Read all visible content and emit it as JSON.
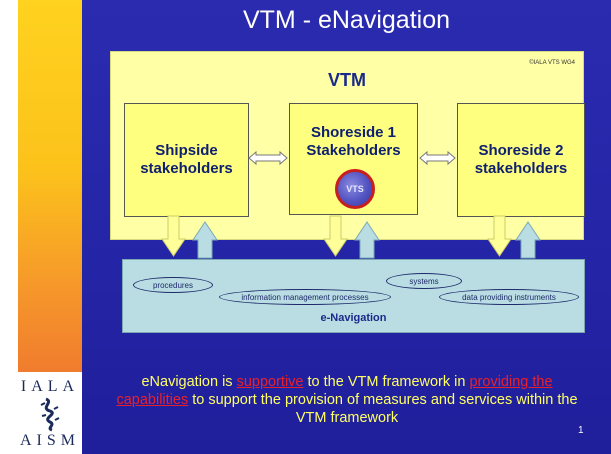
{
  "slide": {
    "title": "VTM - eNavigation",
    "page_number": "1"
  },
  "logo": {
    "top_text": "IALA",
    "bottom_text": "AISM",
    "icon": "lighthouse-emblem-icon"
  },
  "vtm": {
    "copyright": "©IALA VTS WG4",
    "title": "VTM",
    "stakeholders": [
      {
        "label_line1": "Shipside",
        "label_line2": "stakeholders"
      },
      {
        "label_line1": "Shoreside 1",
        "label_line2": "Stakeholders"
      },
      {
        "label_line1": "Shoreside 2",
        "label_line2": "stakeholders"
      }
    ],
    "vts_badge": "VTS"
  },
  "enav": {
    "title": "e-Navigation",
    "pills": [
      "procedures",
      "information management processes",
      "systems",
      "data providing instruments"
    ]
  },
  "caption": {
    "part1": "eNavigation is ",
    "highlight1": "supportive",
    "part2": " to the VTM framework in ",
    "highlight2": "providing the capabilities",
    "part3": " to support the provision of  measures and  services within the VTM framework"
  },
  "colors": {
    "background": "#2626a8",
    "vtm_panel": "#ffffa6",
    "stakeholder_box": "#ffff7f",
    "enav_panel": "#b9dde3",
    "caption_text": "#ffff66",
    "highlight": "#e8202a",
    "title_text": "#ffffff"
  }
}
